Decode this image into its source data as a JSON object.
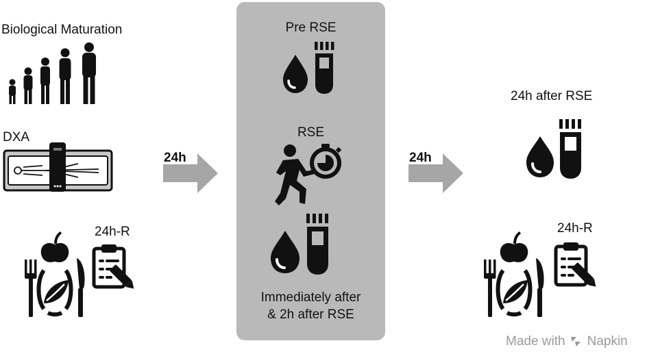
{
  "left": {
    "biological_maturation": "Biological Maturation",
    "dxa": "DXA",
    "recall": "24h-R"
  },
  "arrows": {
    "first": "24h",
    "second": "24h"
  },
  "center": {
    "pre": "Pre RSE",
    "rse": "RSE",
    "after_line1": "Immediately after",
    "after_line2": "& 2h after RSE"
  },
  "right": {
    "after24": "24h after RSE",
    "recall": "24h-R"
  },
  "watermark": {
    "made_with": "Made with",
    "brand": "Napkin"
  },
  "icons": {
    "maturation": "human-growth-silhouettes-icon",
    "dxa": "dxa-scanner-icon",
    "blood": "blood-drop-icon",
    "tube": "test-tube-icon",
    "runner": "running-person-stopwatch-icon",
    "nutrition": "apple-fork-knife-leaf-icon",
    "clipboard": "clipboard-pencil-icon"
  },
  "colors": {
    "panel": "#b9b9b9",
    "arrow": "#a6a6a6",
    "icon": "#111111",
    "watermark": "#9a9a9a"
  }
}
